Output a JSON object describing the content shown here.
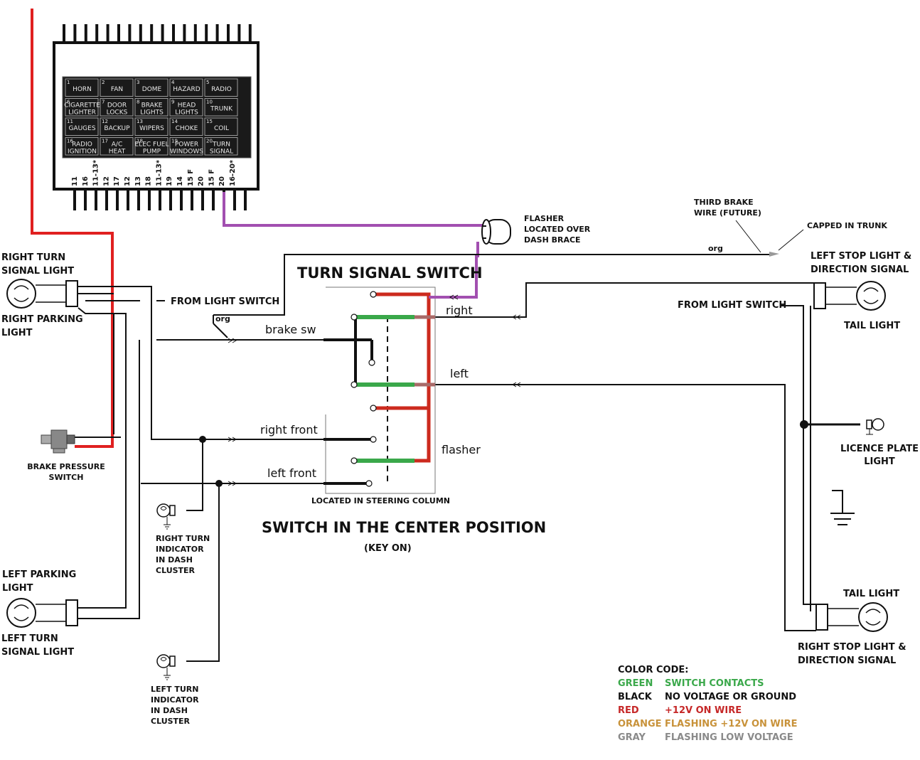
{
  "fuse_block": {
    "cells": [
      {
        "num": "1",
        "text": [
          "HORN"
        ]
      },
      {
        "num": "2",
        "text": [
          "FAN"
        ]
      },
      {
        "num": "3",
        "text": [
          "DOME"
        ]
      },
      {
        "num": "4",
        "text": [
          "HAZARD"
        ]
      },
      {
        "num": "5",
        "text": [
          "RADIO"
        ]
      },
      {
        "num": "6",
        "text": [
          "CIGARETTE",
          "LIGHTER"
        ]
      },
      {
        "num": "7",
        "text": [
          "DOOR",
          "LOCKS"
        ]
      },
      {
        "num": "8",
        "text": [
          "BRAKE",
          "LIGHTS"
        ]
      },
      {
        "num": "9",
        "text": [
          "HEAD",
          "LIGHTS"
        ]
      },
      {
        "num": "10",
        "text": [
          "TRUNK"
        ]
      },
      {
        "num": "11",
        "text": [
          "GAUGES"
        ]
      },
      {
        "num": "12",
        "text": [
          "BACKUP"
        ]
      },
      {
        "num": "13",
        "text": [
          "WIPERS"
        ]
      },
      {
        "num": "14",
        "text": [
          "CHOKE"
        ]
      },
      {
        "num": "15",
        "text": [
          "COIL"
        ]
      },
      {
        "num": "16",
        "text": [
          "RADIO",
          "IGNITION"
        ]
      },
      {
        "num": "17",
        "text": [
          "A/C",
          "HEAT"
        ]
      },
      {
        "num": "18",
        "text": [
          "ELEC FUEL",
          "PUMP"
        ]
      },
      {
        "num": "19",
        "text": [
          "POWER",
          "WINDOWS"
        ]
      },
      {
        "num": "20",
        "text": [
          "TURN",
          "SIGNAL"
        ]
      }
    ],
    "pins": [
      "11",
      "16",
      "11-13*",
      "12",
      "17",
      "12",
      "13",
      "18",
      "11-13*",
      "19",
      "14",
      "15 F",
      "20",
      "15 F",
      "20",
      "16-20*"
    ]
  },
  "labels": {
    "flasher": [
      "FLASHER",
      "LOCATED OVER",
      "DASH BRACE"
    ],
    "third_brake": [
      "THIRD BRAKE",
      "WIRE (FUTURE)"
    ],
    "capped": "CAPPED IN TRUNK",
    "org_top": "org",
    "org_left": "org",
    "right_turn_signal": [
      "RIGHT TURN",
      "SIGNAL LIGHT"
    ],
    "right_parking": [
      "RIGHT PARKING",
      "LIGHT"
    ],
    "from_light_switch_left": "FROM LIGHT SWITCH",
    "from_light_switch_right": "FROM LIGHT SWITCH",
    "turn_signal_switch": "TURN SIGNAL SWITCH",
    "brake_sw": "brake sw",
    "right": "right",
    "left": "left",
    "right_front": "right front",
    "left_front": "left front",
    "flasher_contact": "flasher",
    "located_in_column": "LOCATED IN STEERING COLUMN",
    "switch_center": "SWITCH IN THE CENTER POSITION",
    "key_on": "(KEY ON)",
    "brake_pressure": [
      "BRAKE PRESSURE",
      "SWITCH"
    ],
    "right_turn_indicator": [
      "RIGHT TURN",
      "INDICATOR",
      "IN DASH",
      "CLUSTER"
    ],
    "left_turn_indicator": [
      "LEFT TURN",
      "INDICATOR",
      "IN DASH",
      "CLUSTER"
    ],
    "left_parking": [
      "LEFT PARKING",
      "LIGHT"
    ],
    "left_turn_signal": [
      "LEFT TURN",
      "SIGNAL LIGHT"
    ],
    "left_stop": [
      "LEFT STOP LIGHT &",
      "DIRECTION SIGNAL"
    ],
    "tail_light_top": "TAIL LIGHT",
    "licence_plate": [
      "LICENCE PLATE",
      "LIGHT"
    ],
    "tail_light_bottom": "TAIL LIGHT",
    "right_stop": [
      "RIGHT STOP LIGHT &",
      "DIRECTION  SIGNAL"
    ]
  },
  "color_code": {
    "title": "COLOR CODE:",
    "rows": [
      {
        "name": "GREEN",
        "desc": "SWITCH CONTACTS",
        "color": "#3aa84a"
      },
      {
        "name": "BLACK",
        "desc": "NO VOLTAGE OR GROUND",
        "color": "#111111"
      },
      {
        "name": "RED",
        "desc": "+12V ON WIRE",
        "color": "#c62828"
      },
      {
        "name": "ORANGE",
        "desc": "FLASHING +12V ON WIRE",
        "color": "#c8923a"
      },
      {
        "name": "GRAY",
        "desc": "FLASHING LOW VOLTAGE",
        "color": "#8a8a8a"
      }
    ]
  },
  "wire_colors": {
    "red": "#e02020",
    "purple": "#a24fb0",
    "green": "#3aa84a",
    "switch_red": "#cc2a1e"
  }
}
